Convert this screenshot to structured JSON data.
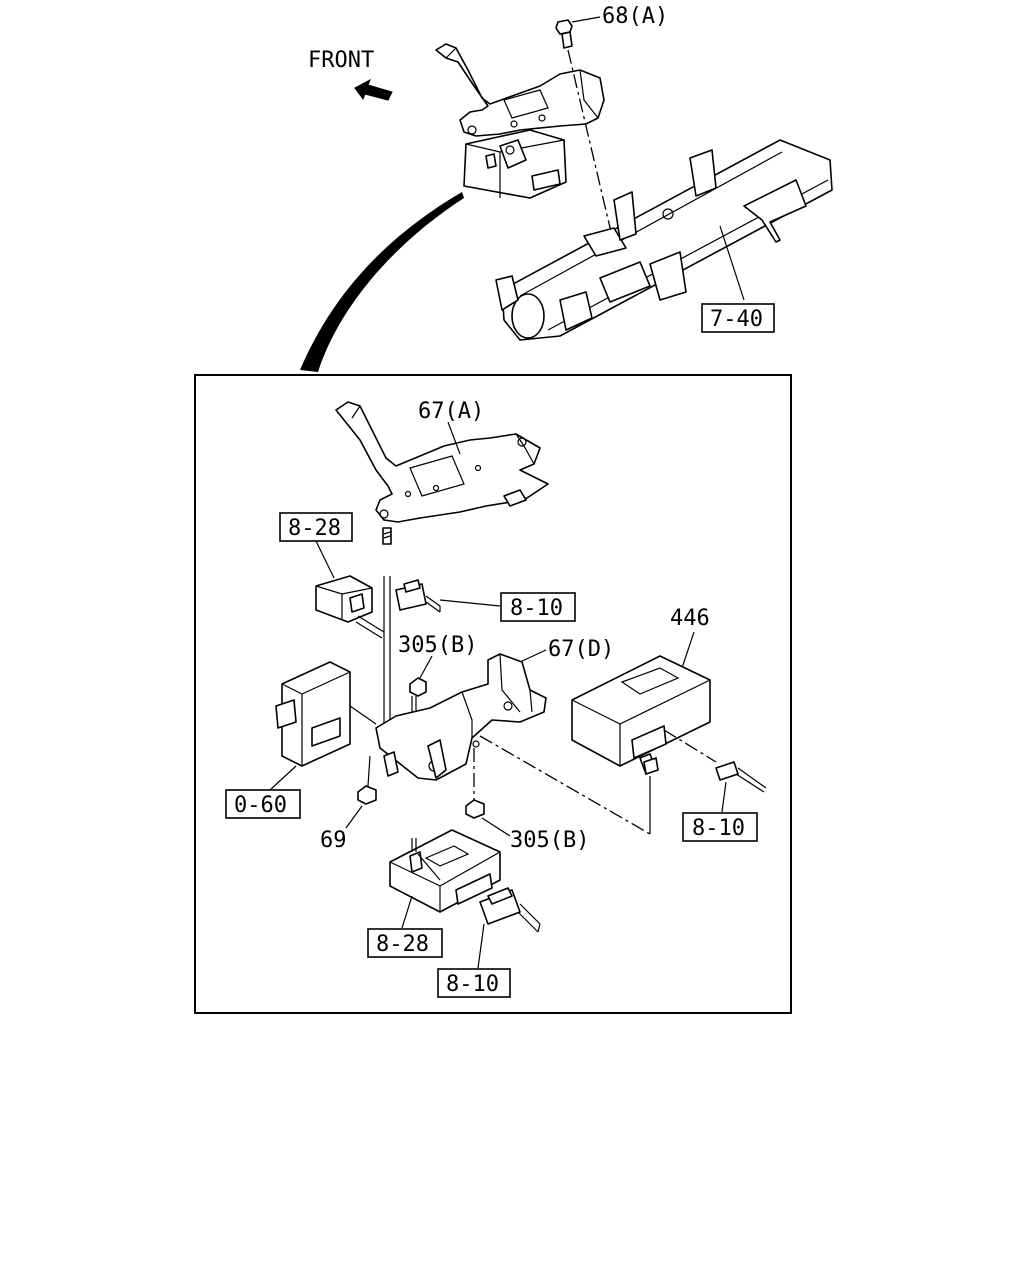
{
  "labels": {
    "front": "FRONT",
    "p68a": "68(A)",
    "ref740": "7-40",
    "p67a": "67(A)",
    "ref828_top": "8-28",
    "ref810_top": "8-10",
    "p305b_top": "305(B)",
    "p67d": "67(D)",
    "p446": "446",
    "ref060": "0-60",
    "p69": "69",
    "p305b_bottom": "305(B)",
    "ref810_right": "8-10",
    "ref828_bottom": "8-28",
    "ref810_bottom": "8-10"
  }
}
